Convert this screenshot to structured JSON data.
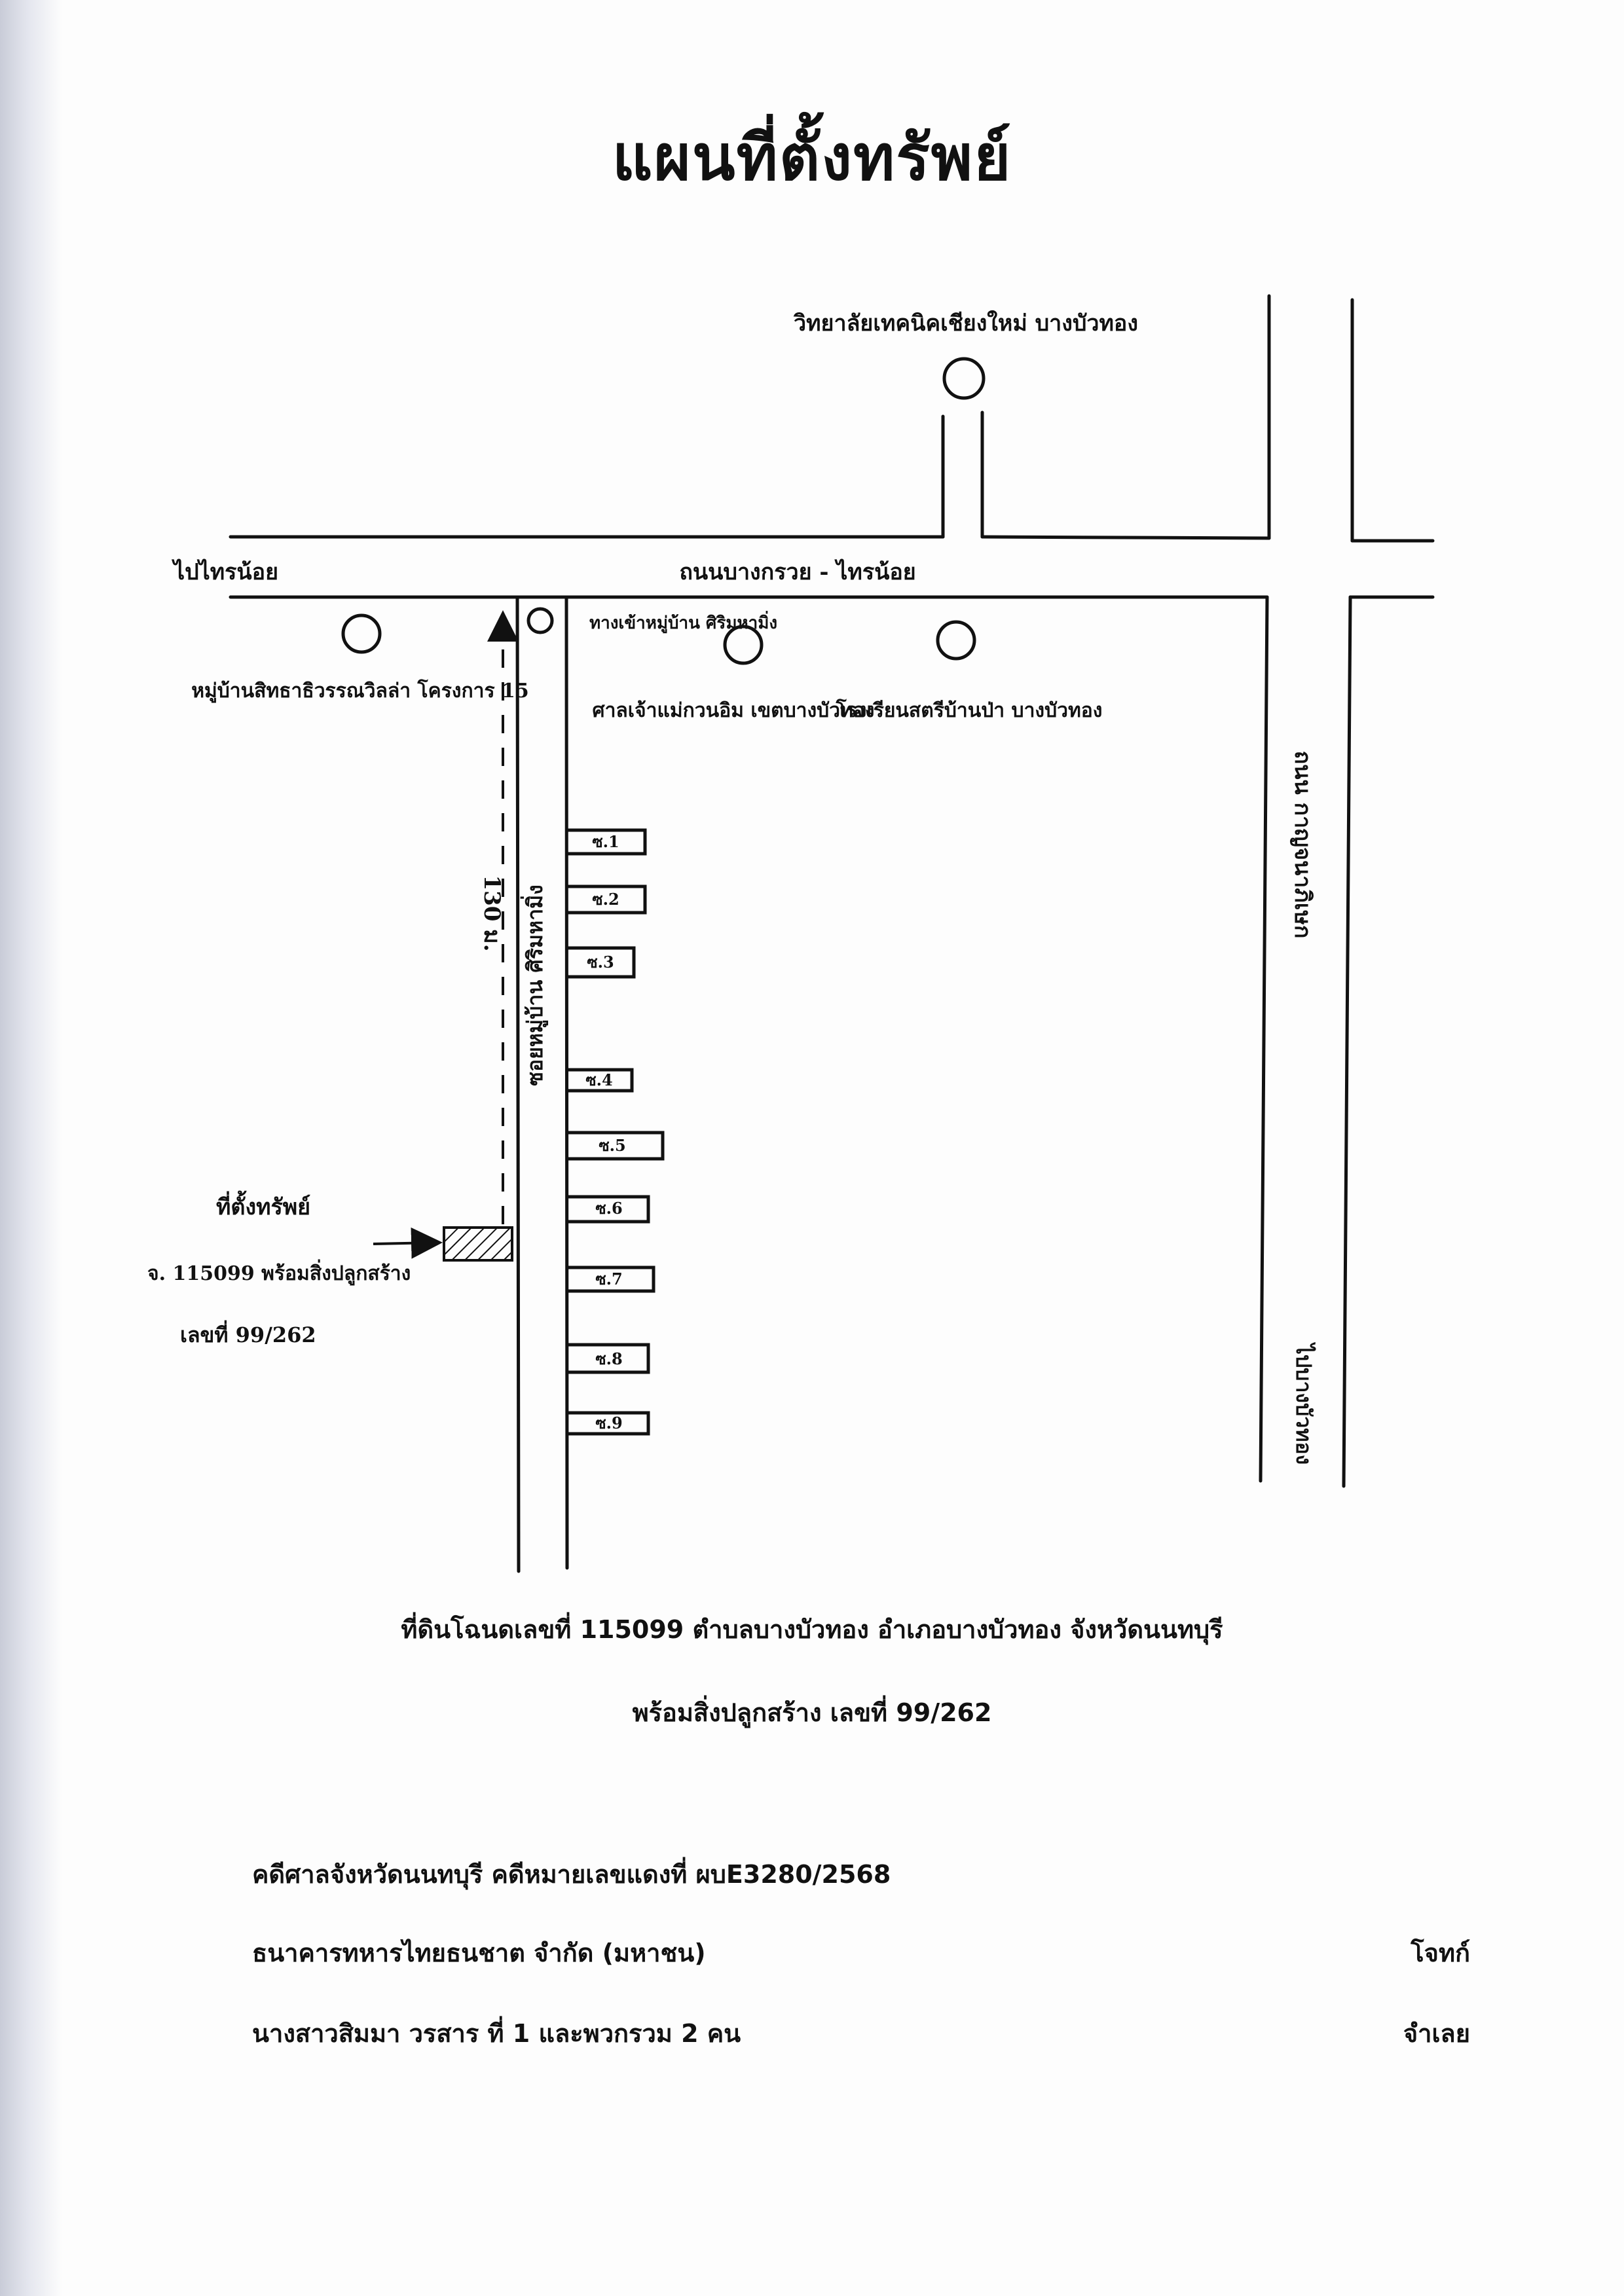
{
  "title": "แผนที่ตั้งทรัพย์",
  "map": {
    "landmarks": {
      "north_school": "วิทยาลัยเทคนิคเชียงใหม่ บางบัวทอง",
      "main_road": "ถนนบางกรวย - ไทรน้อย",
      "west_direction": "ไปไทรน้อย",
      "village_west": "หมู่บ้านสิทธาธิวรรณวิลล่า โครงการ 15",
      "village_entrance": "ทางเข้าหมู่บ้าน ศิริมหามิ่ง",
      "temple": "ศาลเจ้าแม่กวนอิม เขตบางบัวทอง",
      "school_east": "โรงเรียนสตรีบ้านป่า บางบัวทอง",
      "east_road": "ถนน กาญจนาภิเษก",
      "south_direction": "ไปบางบัวทอง",
      "soi_name": "ซอยหมู่บ้าน ศิริมหามิ่ง",
      "distance": "130 ม."
    },
    "soi_labels": [
      "ซ.1",
      "ซ.2",
      "ซ.3",
      "ซ.4",
      "ซ.5",
      "ซ.6",
      "ซ.7",
      "ซ.8",
      "ซ.9"
    ],
    "property_note": [
      "ที่ตั้งทรัพย์",
      "จ. 115099 พร้อมสิ่งปลูกสร้าง",
      "เลขที่ 99/262"
    ]
  },
  "caption": {
    "line1": "ที่ดินโฉนดเลขที่ 115099 ตำบลบางบัวทอง อำเภอบางบัวทอง จังหวัดนนทบุรี",
    "line2": "พร้อมสิ่งปลูกสร้าง เลขที่ 99/262"
  },
  "case": {
    "court_line": "คดีศาลจังหวัดนนทบุรี คดีหมายเลขแดงที่  ผบE3280/2568",
    "plaintiff_name": "ธนาคารทหารไทยธนชาต จำกัด (มหาชน)",
    "plaintiff_role": "โจทก์",
    "defendant_name": "นางสาวสิมมา วรสาร ที่ 1 และพวกรวม 2 คน",
    "defendant_role": "จำเลย"
  }
}
